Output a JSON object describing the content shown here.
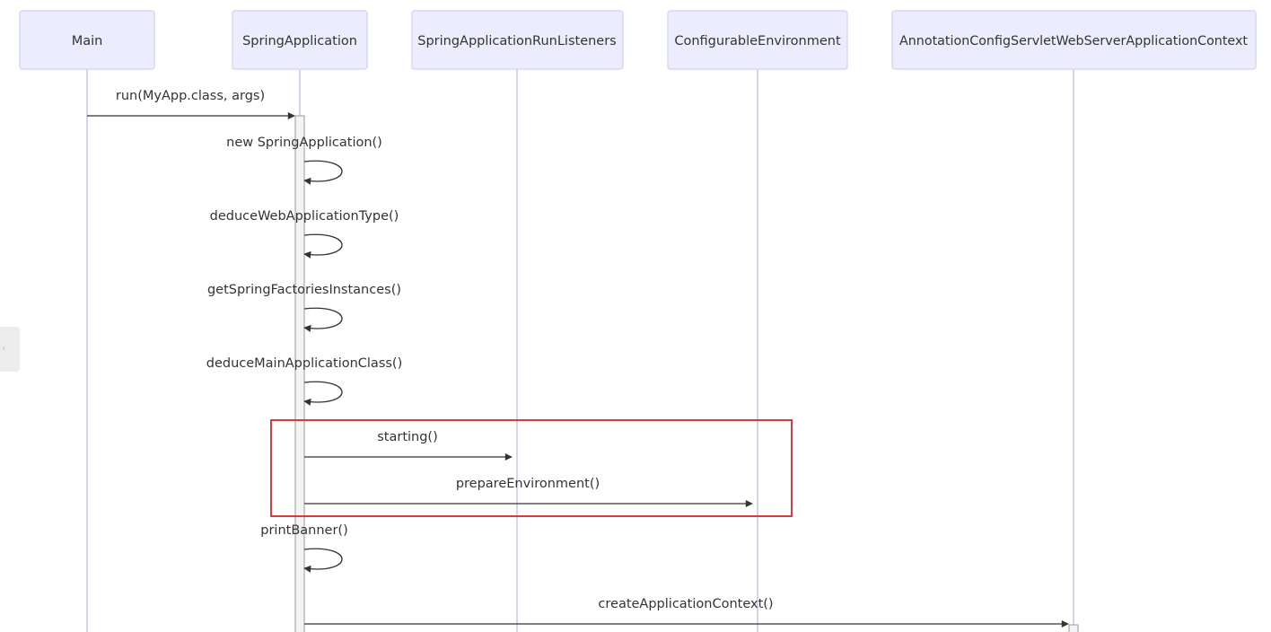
{
  "participants": [
    {
      "id": "main",
      "label": "Main"
    },
    {
      "id": "springapp",
      "label": "SpringApplication"
    },
    {
      "id": "listeners",
      "label": "SpringApplicationRunListeners"
    },
    {
      "id": "env",
      "label": "ConfigurableEnvironment"
    },
    {
      "id": "context",
      "label": "AnnotationConfigServletWebServerApplicationContext"
    }
  ],
  "messages": [
    {
      "from": "main",
      "to": "springapp",
      "label": "run(MyApp.class, args)"
    },
    {
      "from": "springapp",
      "to": "springapp",
      "label": "new SpringApplication()"
    },
    {
      "from": "springapp",
      "to": "springapp",
      "label": "deduceWebApplicationType()"
    },
    {
      "from": "springapp",
      "to": "springapp",
      "label": "getSpringFactoriesInstances()"
    },
    {
      "from": "springapp",
      "to": "springapp",
      "label": "deduceMainApplicationClass()"
    },
    {
      "from": "springapp",
      "to": "listeners",
      "label": "starting()",
      "highlighted": true
    },
    {
      "from": "springapp",
      "to": "env",
      "label": "prepareEnvironment()",
      "highlighted": true
    },
    {
      "from": "springapp",
      "to": "springapp",
      "label": "printBanner()"
    },
    {
      "from": "springapp",
      "to": "context",
      "label": "createApplicationContext()"
    }
  ],
  "colors": {
    "actor_fill": "#ECECFF",
    "actor_border": "#D6D6F5",
    "lifeline": "#D4D4F0",
    "text": "#333333",
    "highlight": "#D9232A"
  },
  "side_handle": {
    "icon": "chevron-left-icon"
  }
}
